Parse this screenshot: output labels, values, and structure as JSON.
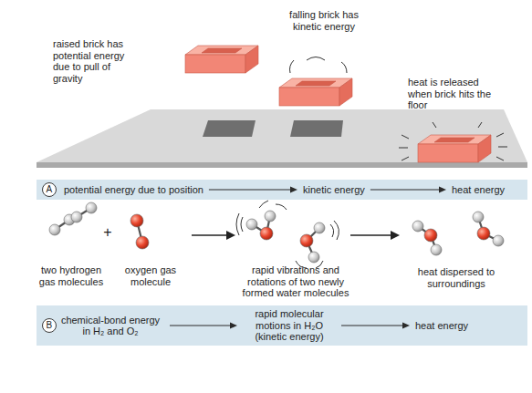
{
  "diagram": {
    "nodes": [
      {
        "text": [
          "potential energy due to position",
          "kinetic energy",
          "heat energy"
        ]
      },
      {
        "text": [
          "A"
        ],
        "in": 0
      },
      {
        "text": [
          "chemical-bond energy in H₂ and O₂",
          "rapid molecular motions in H₂O (kinetic energy)",
          "heat energy"
        ]
      },
      {
        "text": [
          "B"
        ],
        "in": 2
      }
    ],
    "labels": [
      "raised brick has potential energy due to pull of gravity",
      "falling brick has kinetic energy",
      "heat is released when brick hits the floor",
      "two hydrogen gas molecules",
      "+",
      "oxygen gas molecule",
      "rapid vibrations and rotations of two newly formed water molecules",
      "heat dispersed to surroundings"
    ]
  }
}
